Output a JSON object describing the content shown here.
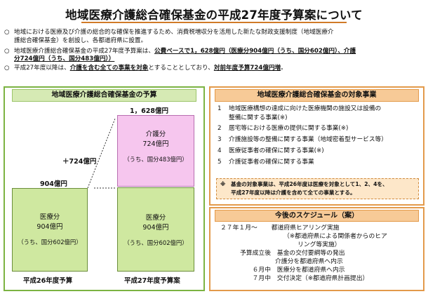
{
  "title": "地域医療介護総合確保基金の平成27年度予算案について",
  "bullets": {
    "mark": "○",
    "b1_line1": "地域における医療及び介護の総合的な確保を推進するため、消費税増収分を活用した新たな財政支援制度（地域医療介",
    "b1_line2": "護総合確保基金）を創設し、各都道府県に設置。",
    "b2_pre": "地域医療介護総合確保基金の平成27年度予算案は、",
    "b2_ul1": "公費ベースで1，628億円（医療分904億円（うち、国分602億円）、介護",
    "b2_ul2": "分724億円（うち、国分483億円））",
    "b3_pre": "平成27年度以降は、",
    "b3_ul1": "介護を含む全ての事業を対象",
    "b3_mid": "とすることとしており、",
    "b3_ul2": "対前年度予算724億円増",
    "b3_post": "。"
  },
  "budget": {
    "header": "地域医療介護総合確保基金の予算",
    "total_label": "1，628億円",
    "increase_label": "＋724億円",
    "base_label": "904億円",
    "care": {
      "name": "介護分",
      "amount": "724億円",
      "national": "（うち、国分483億円）"
    },
    "medical_26": {
      "name": "医療分",
      "amount": "904億円",
      "national": "（うち、国分602億円）"
    },
    "medical_27": {
      "name": "医療分",
      "amount": "904億円",
      "national": "（うち、国分602億円）"
    },
    "year_26": "平成26年度予算",
    "year_27": "平成27年度予算案"
  },
  "projects": {
    "header": "地域医療介護総合確保基金の対象事業",
    "items": [
      {
        "num": "1",
        "line1": "地域医療構想の達成に向けた医療機関の施設又は設備の",
        "line2": "整備に関する事業(※)"
      },
      {
        "num": "2",
        "line1": "居宅等における医療の提供に関する事業(※)"
      },
      {
        "num": "3",
        "line1": "介護施設等の整備に関する事業（地域密着型サービス等）"
      },
      {
        "num": "4",
        "line1": "医療従事者の確保に関する事業(※)"
      },
      {
        "num": "5",
        "line1": "介護従事者の確保に関する事業"
      }
    ],
    "note_line1": "※　基金の対象事業は、平成26年度は医療を対象として1、2、4を、",
    "note_line2": "　　平成27年度以降は介護を含めて全ての事業とする。"
  },
  "schedule": {
    "header": "今後のスケジュール（案）",
    "r1_date": "２７年１月～",
    "r1_text": "都道府県ヒアリング実施",
    "r1_sub1": "（※都道府県による関係者からのヒア",
    "r1_sub2": "リング等実施）",
    "r2_date": "予算成立後",
    "r2_text1": "基金の交付要綱等の発出",
    "r2_text2": "介護分を都道府県へ内示",
    "r3_date": "６月中",
    "r3_text": "医療分を都道府県へ内示",
    "r4_date": "７月中",
    "r4_text": "交付決定（※都道府県計画提出）"
  },
  "colors": {
    "green_fill": "#cfe8a0",
    "pink_fill": "#f6c6ee",
    "orange_header": "#f7ca97",
    "green_header": "#d6eab4",
    "note_fill": "#fde7c9"
  }
}
